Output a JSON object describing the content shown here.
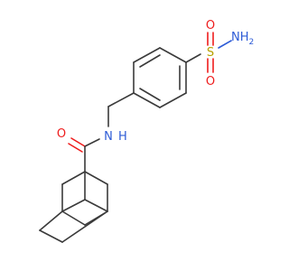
{
  "atoms": {
    "sulfonamide_o_top": "O",
    "sulfonamide_o_bottom": "O",
    "sulfur": "S",
    "sulfonamide_n": "NH",
    "sulfonamide_n_sub": "2",
    "amide_o": "O",
    "amide_n": "N",
    "amide_h": "H"
  },
  "colors": {
    "bond": "#3a3a3a",
    "oxygen": "#ee1c1c",
    "nitrogen": "#2d5bd6",
    "sulfur": "#b8a000"
  }
}
